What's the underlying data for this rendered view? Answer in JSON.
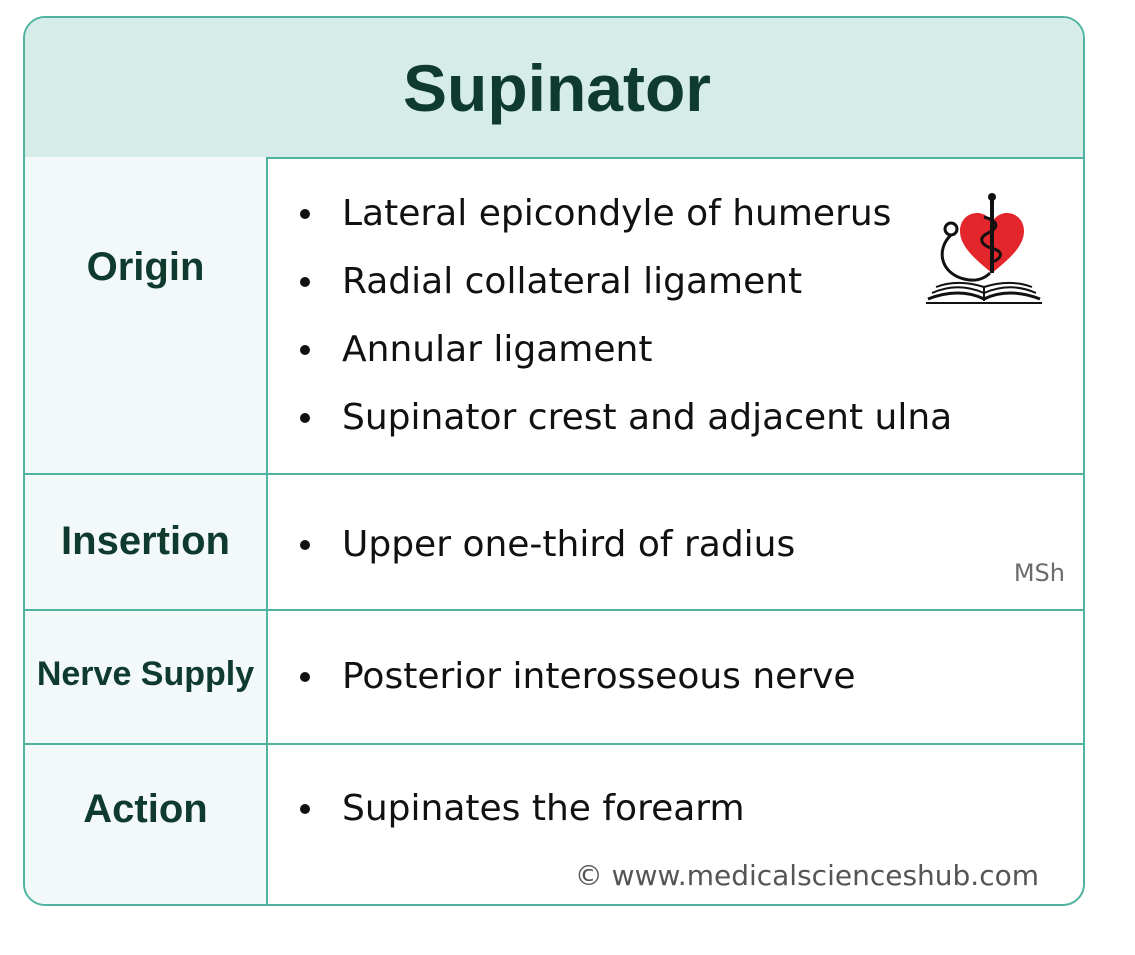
{
  "title": "Supinator",
  "rows": [
    {
      "label": "Origin",
      "items": [
        "Lateral epicondyle of humerus",
        "Radial collateral ligament",
        "Annular ligament",
        "Supinator crest and adjacent ulna"
      ]
    },
    {
      "label": "Insertion",
      "items": [
        "Upper one-third of radius"
      ]
    },
    {
      "label": "Nerve Supply",
      "items": [
        "Posterior interosseous nerve"
      ]
    },
    {
      "label": "Action",
      "items": [
        "Supinates the forearm"
      ]
    }
  ],
  "watermark": "MSh",
  "copyright": "© www.medicalscienceshub.com",
  "logo_icon": "heart-stethoscope-book-icon",
  "colors": {
    "header_bg": "#d6ece8",
    "border": "#4fb3a0",
    "label_text": "#0e3b2e",
    "heart": "#e3262b"
  }
}
